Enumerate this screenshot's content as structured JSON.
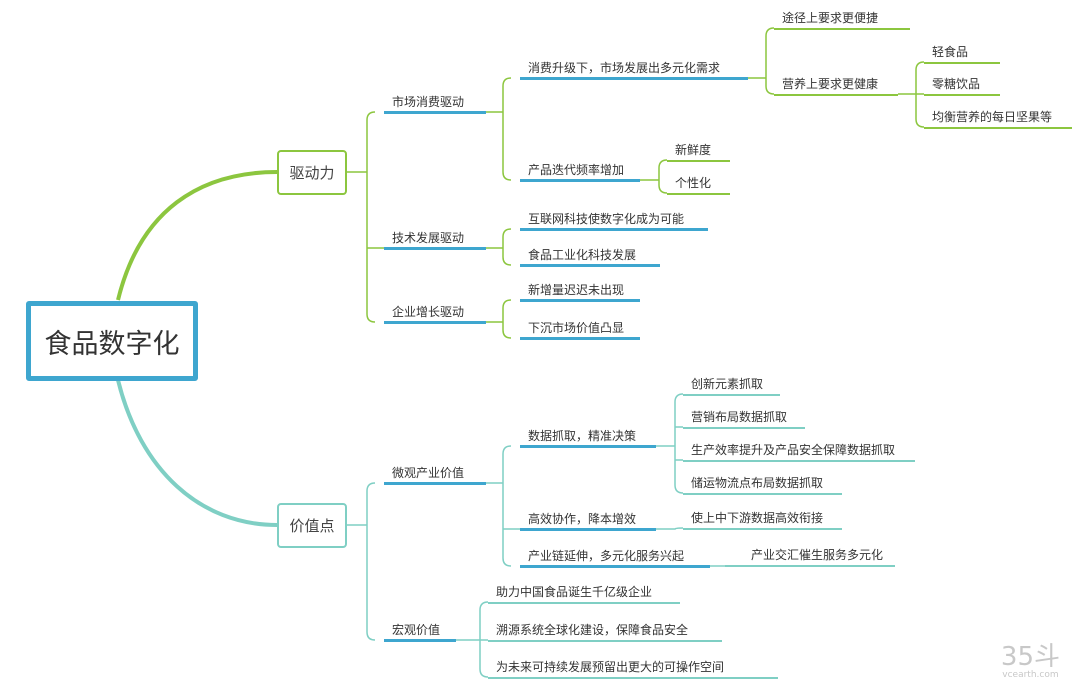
{
  "root": "食品数字化",
  "drive": {
    "label": "驱动力",
    "market": {
      "label": "市场消费驱动",
      "upgrade": {
        "label": "消费升级下，市场发展出多元化需求",
        "convenient": "途径上要求更便捷",
        "healthy": {
          "label": "营养上要求更健康",
          "items": [
            "轻食品",
            "零糖饮品",
            "均衡营养的每日坚果等"
          ]
        }
      },
      "iteration": {
        "label": "产品迭代频率增加",
        "items": [
          "新鲜度",
          "个性化"
        ]
      }
    },
    "tech": {
      "label": "技术发展驱动",
      "items": [
        "互联网科技使数字化成为可能",
        "食品工业化科技发展"
      ]
    },
    "enterprise": {
      "label": "企业增长驱动",
      "items": [
        "新增量迟迟未出现",
        "下沉市场价值凸显"
      ]
    }
  },
  "value": {
    "label": "价值点",
    "micro": {
      "label": "微观产业价值",
      "data": {
        "label": "数据抓取，精准决策",
        "items": [
          "创新元素抓取",
          "营销布局数据抓取",
          "生产效率提升及产品安全保障数据抓取",
          "储运物流点布局数据抓取"
        ]
      },
      "collab": {
        "label": "高效协作，降本增效",
        "items": [
          "使上中下游数据高效衔接"
        ]
      },
      "chain": {
        "label": "产业链延伸，多元化服务兴起",
        "items": [
          "产业交汇催生服务多元化"
        ]
      }
    },
    "macro": {
      "label": "宏观价值",
      "items": [
        "助力中国食品诞生千亿级企业",
        "溯源系统全球化建设，保障食品安全",
        "为未来可持续发展预留出更大的可操作空间"
      ]
    }
  },
  "watermark": {
    "logo": "35斗",
    "site": "vcearth.com"
  },
  "colors": {
    "root": "#3ea6cf",
    "drive": "#8cc63f",
    "value": "#7fcfc4"
  }
}
